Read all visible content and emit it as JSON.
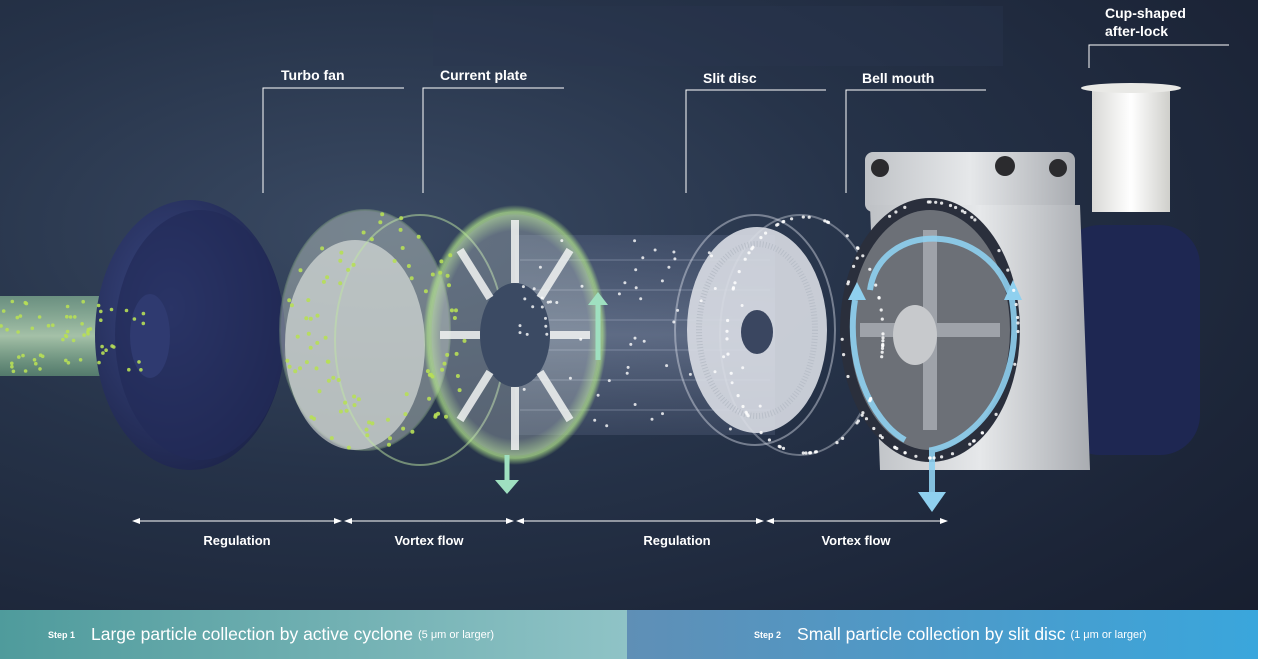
{
  "labels": {
    "turbo_fan": "Turbo fan",
    "current_plate": "Current plate",
    "slit_disc": "Slit disc",
    "bell_mouth": "Bell mouth",
    "cup_shaped_line1": "Cup-shaped",
    "cup_shaped_line2": "after-lock"
  },
  "regions": [
    {
      "label": "Regulation"
    },
    {
      "label": "Vortex flow"
    },
    {
      "label": "Regulation"
    },
    {
      "label": "Vortex flow"
    }
  ],
  "steps": [
    {
      "num": "Step 1",
      "title": "Large particle collection by active cyclone",
      "note": "(5 μm or larger)",
      "color_from": "#4f9b9c",
      "color_to": "#8fc3c6"
    },
    {
      "num": "Step 2",
      "title": "Small particle collection by slit disc",
      "note": "(1 μm or larger)",
      "color_from": "#5f8fb6",
      "color_to": "#3aa6dc"
    }
  ],
  "colors": {
    "particle_green": "#b7df57",
    "flow_blue": "#8fd0ef",
    "housing_navy": "#2a3564"
  },
  "icons": [
    "turbo-fan-icon",
    "current-plate-icon",
    "slit-disc-icon",
    "bell-mouth-housing-icon",
    "cup-after-lock-icon"
  ]
}
